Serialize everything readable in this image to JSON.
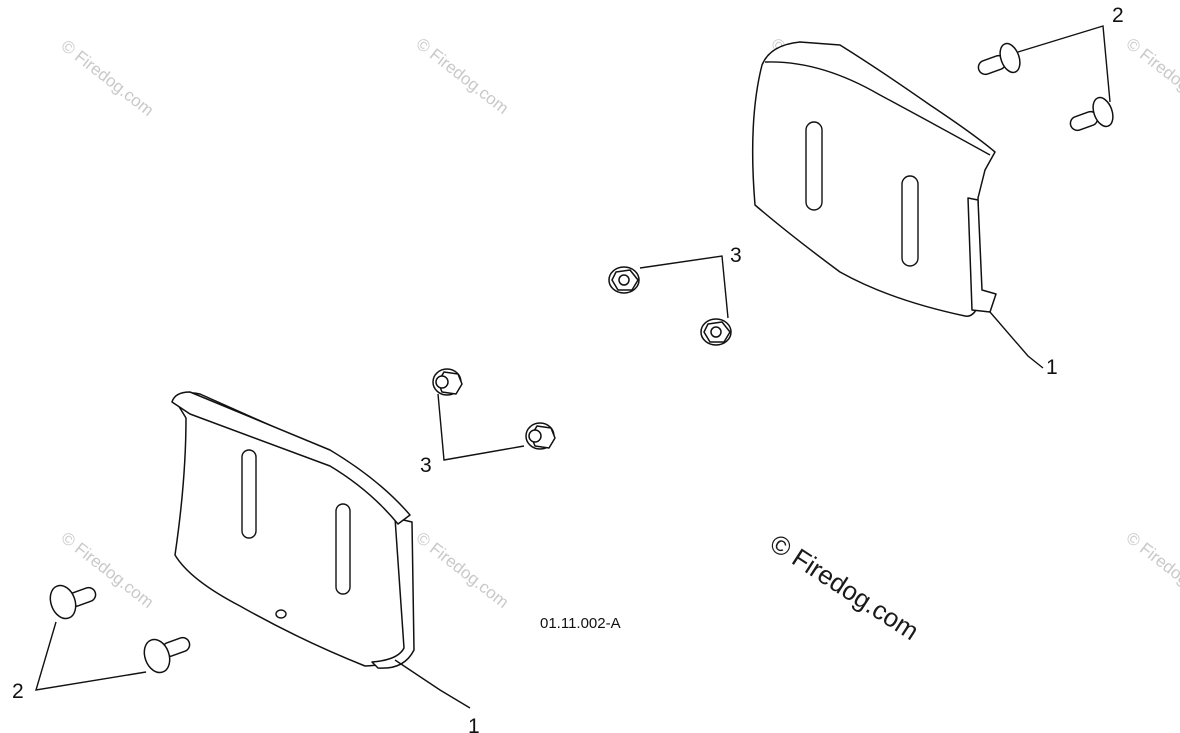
{
  "diagram": {
    "drawing_code": "01.11.002-A",
    "watermark_text": "© Firedog.com",
    "callouts": {
      "skid_shoe_left": "1",
      "skid_shoe_right": "1",
      "carriage_bolts_left": "2",
      "carriage_bolts_right": "2",
      "flange_nuts_left": "3",
      "flange_nuts_right": "3"
    }
  }
}
